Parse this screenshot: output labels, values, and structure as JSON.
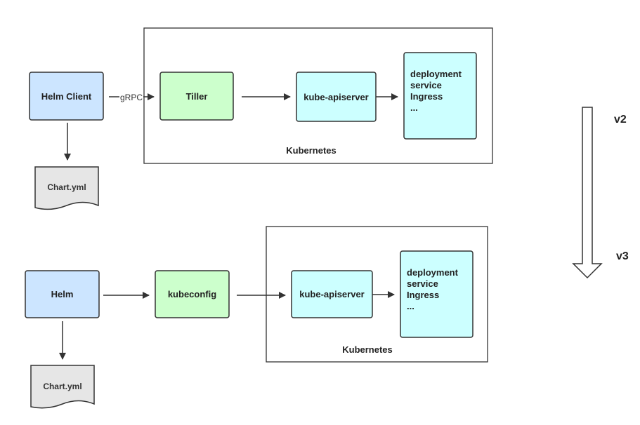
{
  "colors": {
    "client_fill": "#cce5ff",
    "tiller_fill": "#ccffcc",
    "api_fill": "#ccffff",
    "doc_fill": "#e6e6e6",
    "stroke": "#333333"
  },
  "v2": {
    "client_label": "Helm Client",
    "protocol_label": "gRPC",
    "tiller_label": "Tiller",
    "apiserver_label": "kube-apiserver",
    "resources": [
      "deployment",
      "service",
      "Ingress",
      "..."
    ],
    "cluster_label": "Kubernetes",
    "chart_label": "Chart.yml",
    "version_label": "v2"
  },
  "v3": {
    "client_label": "Helm",
    "kubeconfig_label": "kubeconfig",
    "apiserver_label": "kube-apiserver",
    "resources": [
      "deployment",
      "service",
      "Ingress",
      "..."
    ],
    "cluster_label": "Kubernetes",
    "chart_label": "Chart.yml",
    "version_label": "v3"
  }
}
